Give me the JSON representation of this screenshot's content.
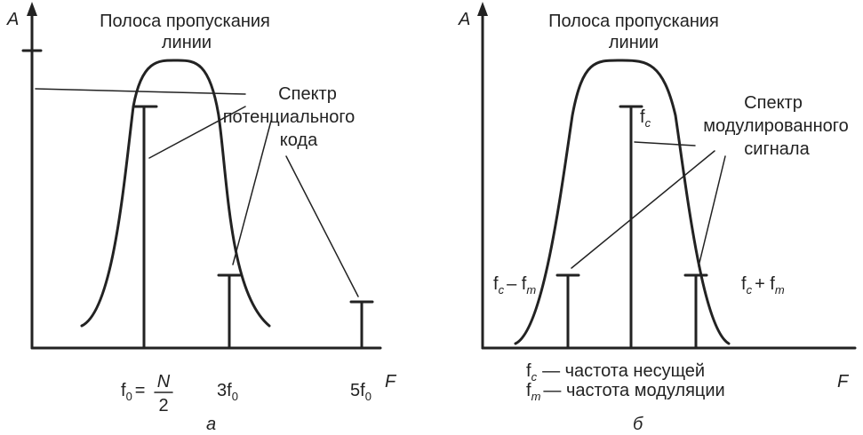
{
  "left_panel": {
    "y_axis_label": "A",
    "x_axis_label": "F",
    "band_label_line1": "Полоса пропускания",
    "band_label_line2": "линии",
    "spectrum_label_line1": "Спектр",
    "spectrum_label_line2": "потенциального",
    "spectrum_label_line3": "кода",
    "tick_f0": "f",
    "tick_f0_sub": "0",
    "tick_f0_eq": "=",
    "tick_f0_num": "N",
    "tick_f0_den": "2",
    "tick_3f0": "3f",
    "tick_3f0_sub": "0",
    "tick_5f0": "5f",
    "tick_5f0_sub": "0",
    "caption": "а"
  },
  "right_panel": {
    "y_axis_label": "A",
    "x_axis_label": "F",
    "band_label_line1": "Полоса пропускания",
    "band_label_line2": "линии",
    "spectrum_label_line1": "Спектр",
    "spectrum_label_line2": "модулированного",
    "spectrum_label_line3": "сигнала",
    "fc_label": "f",
    "fc_sub": "c",
    "fc_minus_fm_a": "f",
    "fc_minus_fm_sub_a": "c",
    "fc_minus_fm_op": "– f",
    "fc_minus_fm_sub_b": "m",
    "fc_plus_fm_a": "f",
    "fc_plus_fm_sub_a": "c",
    "fc_plus_fm_op": "+ f",
    "fc_plus_fm_sub_b": "m",
    "legend_fc_sym": "f",
    "legend_fc_sub": "c",
    "legend_fc_text": "— частота несущей",
    "legend_fm_sym": "f",
    "legend_fm_sub": "m",
    "legend_fm_text": "— частота модуляции",
    "caption": "б"
  }
}
